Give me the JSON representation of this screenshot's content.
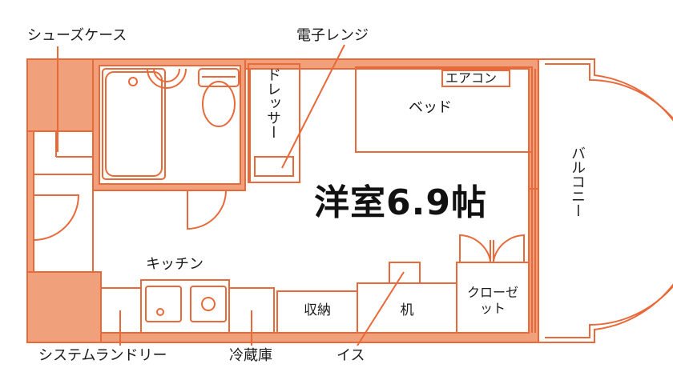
{
  "colors": {
    "wall": "#f0a07a",
    "line": "#e8693a",
    "text": "#1a1a1a"
  },
  "callouts": {
    "shoe_case": "シューズケース",
    "microwave": "電子レンジ",
    "system_laundry": "システムランドリー",
    "fridge": "冷蔵庫",
    "chair": "イス"
  },
  "rooms": {
    "western_room": "洋室6.9帖",
    "kitchen": "キッチン",
    "balcony": "バルコニー"
  },
  "furniture": {
    "dresser": "ドレッサー",
    "aircon": "エアコン",
    "bed": "ベッド",
    "storage": "収納",
    "desk": "机",
    "closet": "クローゼット"
  }
}
